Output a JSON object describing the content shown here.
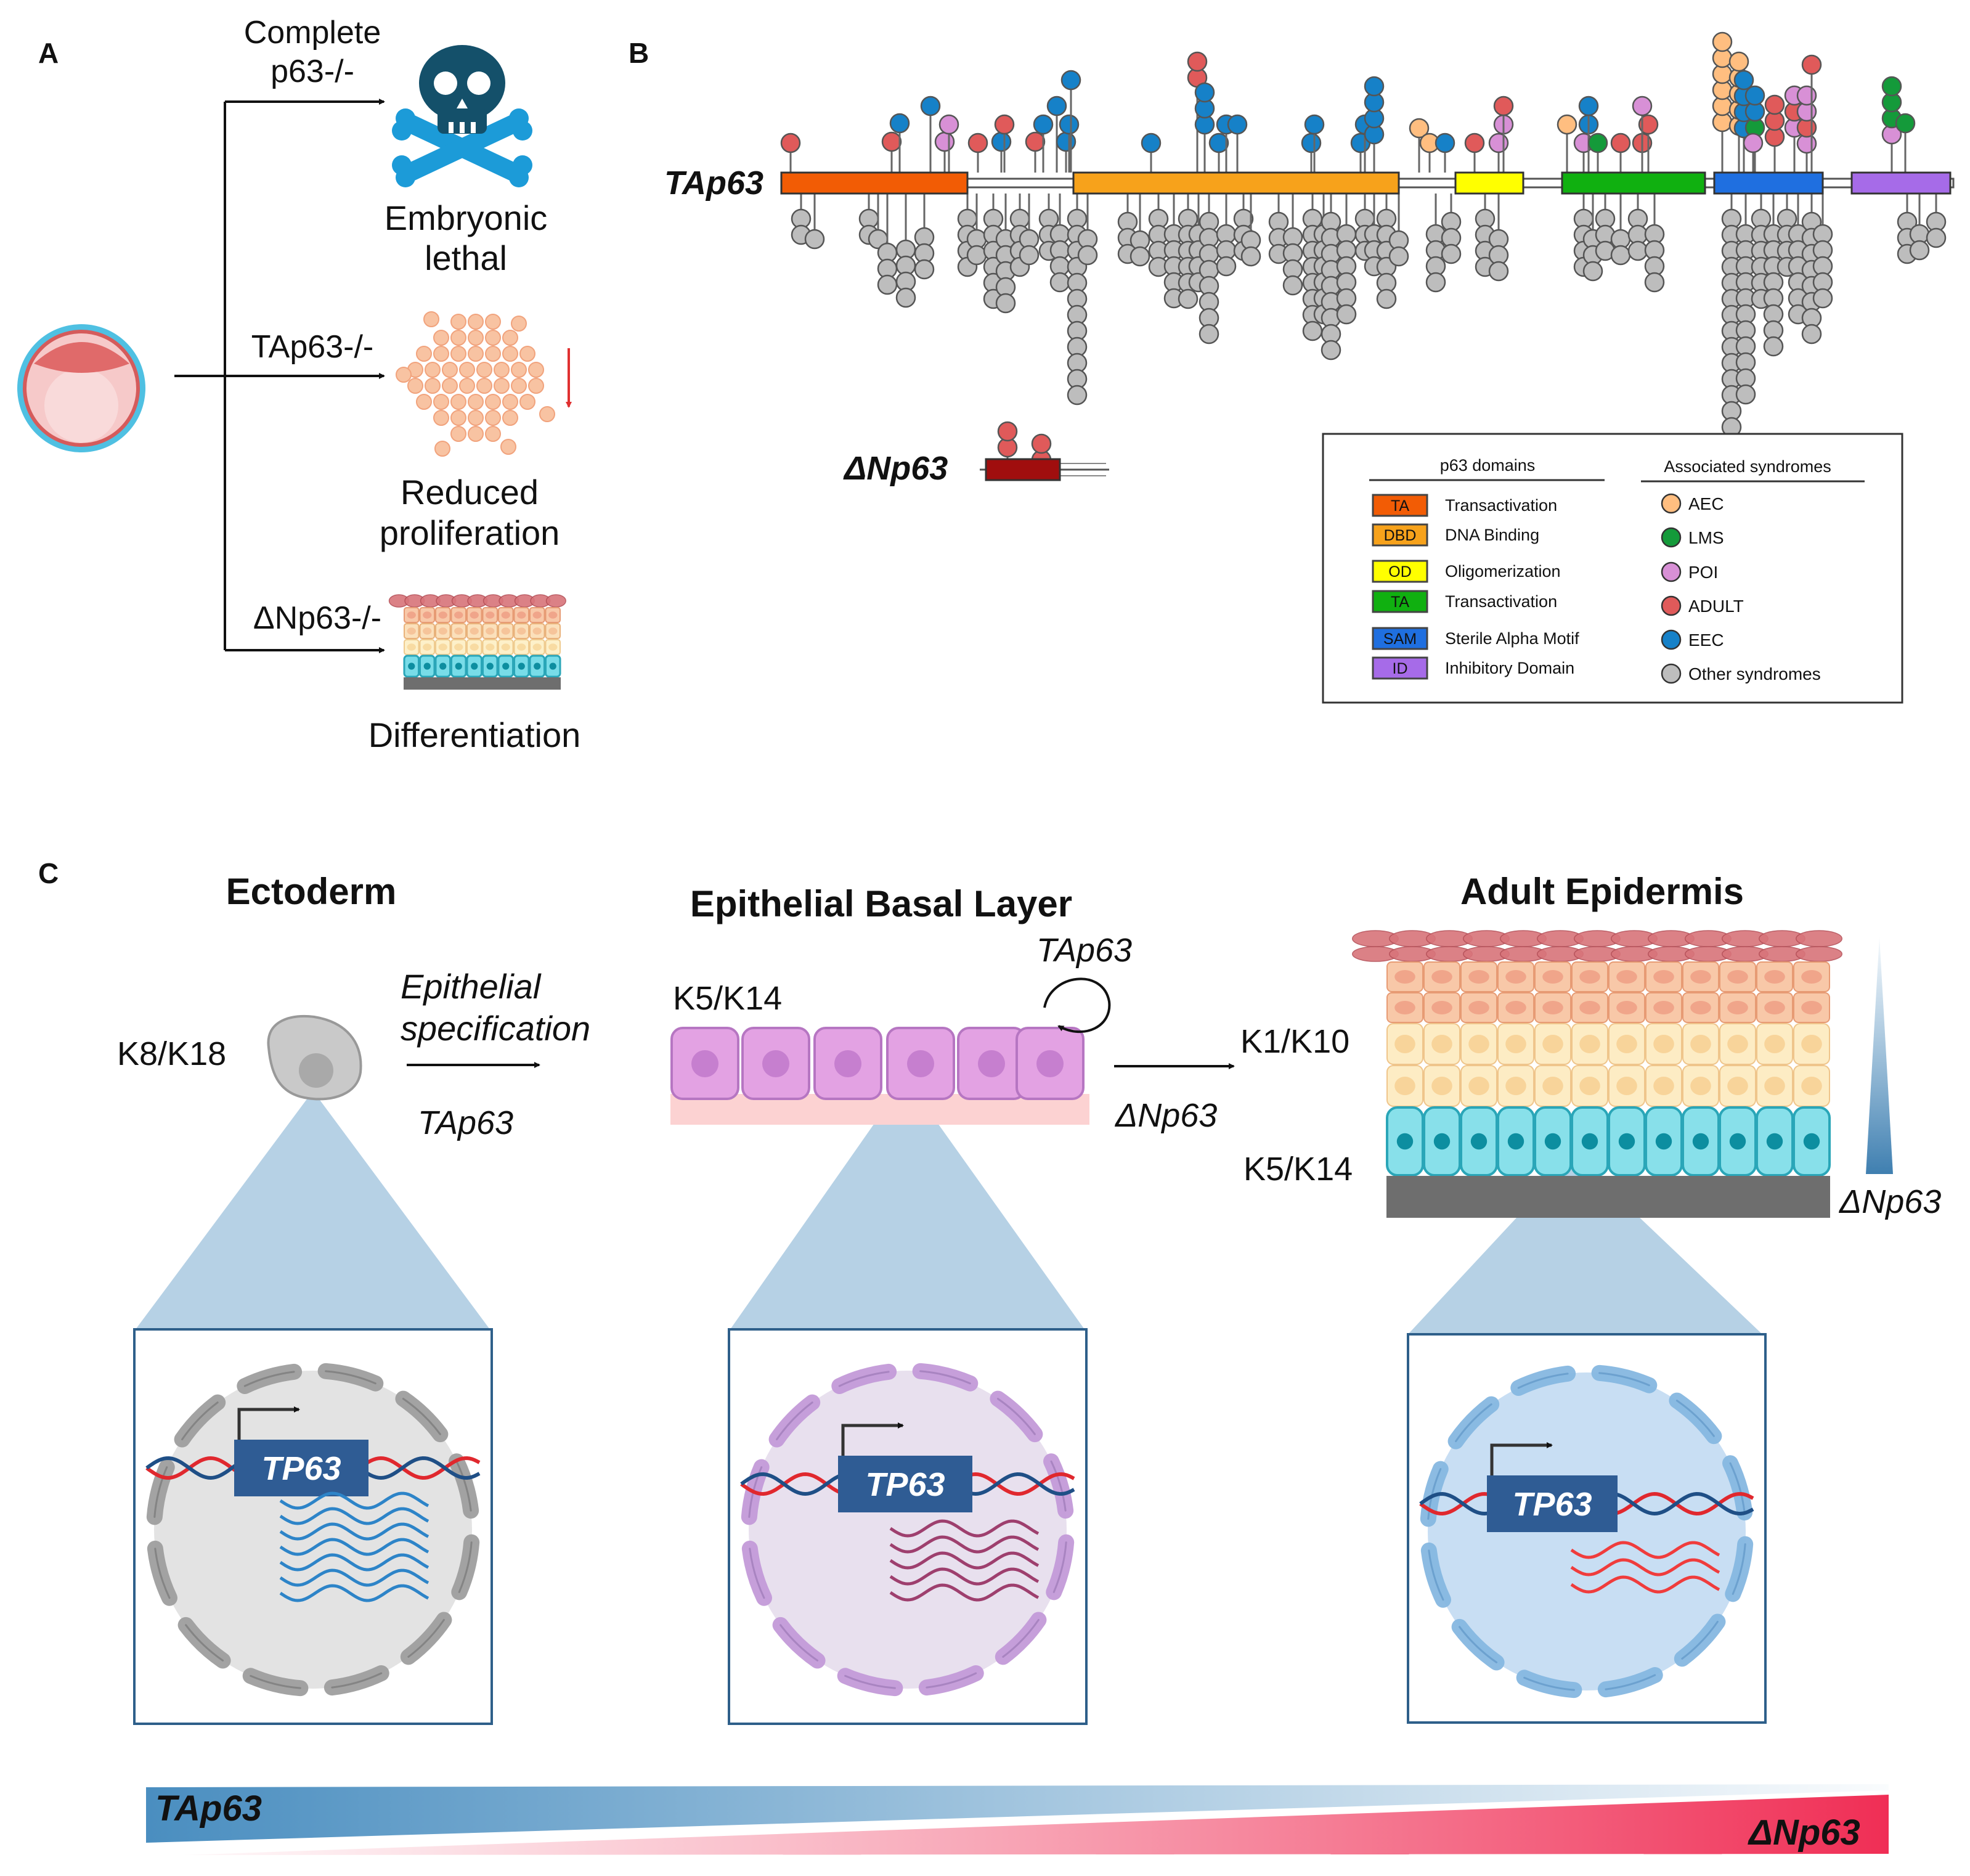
{
  "panels": {
    "a": "A",
    "b": "B",
    "c": "C"
  },
  "panel_a": {
    "complete_l1": "Complete",
    "complete_l2": "p63-/-",
    "lethal_l1": "Embryonic",
    "lethal_l2": "lethal",
    "tap63_ko": "TAp63-/-",
    "reduced_l1": "Reduced",
    "reduced_l2": "proliferation",
    "dnp63_ko": "ΔNp63-/-",
    "differentiation": "Differentiation",
    "icons": [
      "blastocyst-icon",
      "skull-crossbones-icon",
      "cell-cluster-icon",
      "down-arrow-icon",
      "stratified-epithelium-icon"
    ]
  },
  "panel_b": {
    "tap63_label": "TAp63",
    "dnp63_label": "ΔNp63",
    "legend": {
      "domains_title": "p63 domains",
      "syndromes_title": "Associated syndromes",
      "domains": [
        {
          "abbr": "TA",
          "name": "Transactivation",
          "color": "#f25c05"
        },
        {
          "abbr": "DBD",
          "name": "DNA Binding",
          "color": "#f7a21b"
        },
        {
          "abbr": "OD",
          "name": "Oligomerization",
          "color": "#ffff00"
        },
        {
          "abbr": "TA",
          "name": "Transactivation",
          "color": "#10b010"
        },
        {
          "abbr": "SAM",
          "name": "Sterile Alpha Motif",
          "color": "#1f6fe0"
        },
        {
          "abbr": "ID",
          "name": "Inhibitory Domain",
          "color": "#a66be8"
        }
      ],
      "syndromes": [
        {
          "name": "AEC",
          "color": "#ffbe80"
        },
        {
          "name": "LMS",
          "color": "#149a3a"
        },
        {
          "name": "POI",
          "color": "#d890d6"
        },
        {
          "name": "ADULT",
          "color": "#e05a5a"
        },
        {
          "name": "EEC",
          "color": "#1681c8"
        },
        {
          "name": "Other syndromes",
          "color": "#bdbdbd"
        }
      ]
    }
  },
  "panel_c": {
    "ectoderm": "Ectoderm",
    "basal": "Epithelial Basal Layer",
    "adult": "Adult Epidermis",
    "k8k18": "K8/K18",
    "epi_l1": "Epithelial",
    "epi_l2": "specification",
    "tap63_a": "TAp63",
    "k5k14_a": "K5/K14",
    "tap63_b": "TAp63",
    "dnp63_a": "ΔNp63",
    "k1k10": "K1/K10",
    "k5k14_b": "K5/K14",
    "dnp63_b": "ΔNp63",
    "gene": "TP63",
    "grad_tap63": "TAp63",
    "grad_dnp63": "ΔNp63",
    "icons": [
      "dna-icon",
      "transcription-arrow-icon",
      "mrna-icon",
      "nucleus-icon"
    ]
  }
}
